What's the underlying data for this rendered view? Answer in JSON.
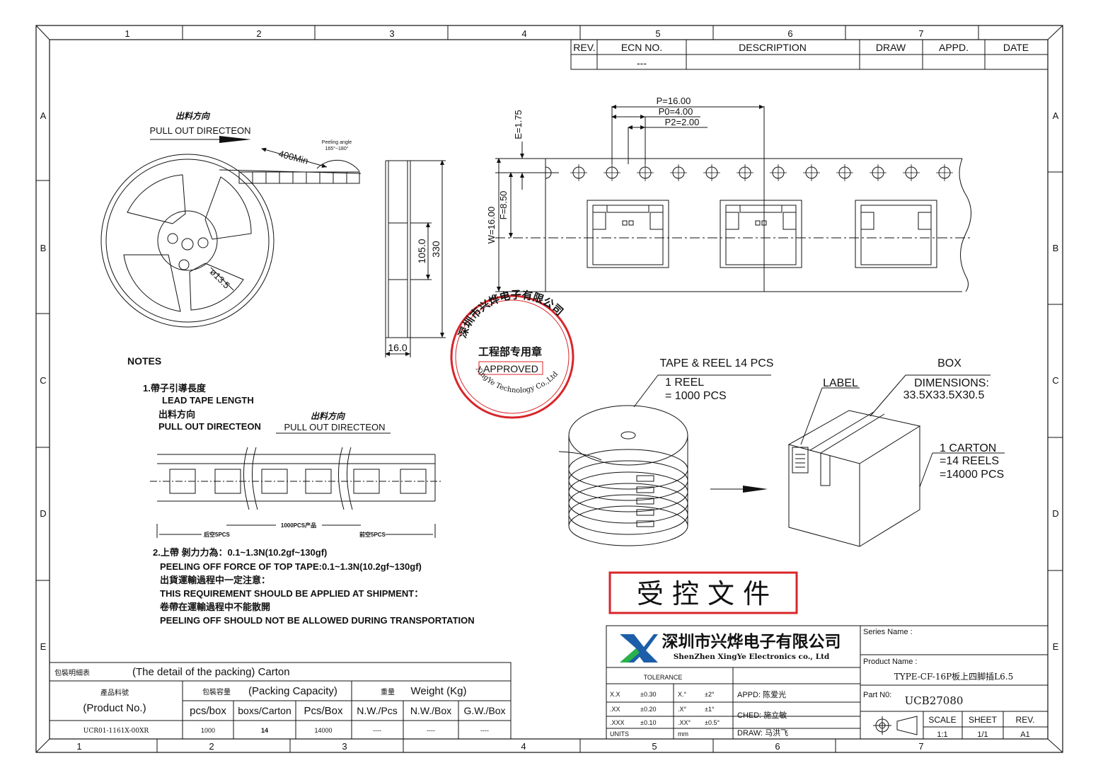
{
  "frame": {
    "top_zones": [
      "1",
      "2",
      "3",
      "4",
      "5",
      "6",
      "7"
    ],
    "bottom_zones": [
      "1",
      "2",
      "3",
      "4",
      "5",
      "6",
      "7"
    ],
    "side_zones": [
      "A",
      "B",
      "C",
      "D",
      "E"
    ]
  },
  "revision_table": {
    "headers": [
      "REV.",
      "ECN NO.",
      "DESCRIPTION",
      "DRAW",
      "APPD.",
      "DATE"
    ],
    "row": [
      "",
      "---",
      "",
      "",
      "",
      ""
    ]
  },
  "pull_direction": {
    "cn": "出料方向",
    "en": "PULL OUT DIRECTEON",
    "lead": "400Min",
    "peeling_angle_title": "Peeling angle",
    "peeling_angle_value": "165°~180°"
  },
  "reel_dims": {
    "hub_dia": "ø13.5",
    "inner": "105.0",
    "outer": "330",
    "width": "16.0"
  },
  "tape_dims": {
    "P": "P=16.00",
    "P0": "P0=4.00",
    "P2": "P2=2.00",
    "E": "E=1.75",
    "F": "F=8.50",
    "W": "W=16.00"
  },
  "stamp": {
    "company_ring": "深圳市兴烨电子有限公司",
    "center": "工程部专用章",
    "approved": "APPROVED",
    "en_ring": "XingYe Technology Co.,Ltd",
    "color": "#d8262a"
  },
  "notes": {
    "title": "NOTES",
    "n1_cn": "1.帶子引導長度",
    "n1_en": "LEAD TAPE LENGTH",
    "n1_dir_cn": "出料方向",
    "n1_dir_en": "PULL OUT DIRECTEON",
    "n1_dir2_cn": "出料方向",
    "n1_dir2_en": "PULL OUT DIRECTEON",
    "strip_left": "后空5PCS",
    "strip_mid": "1000PCS产品",
    "strip_right": "前空5PCS",
    "n2_cn": "2.上帶 剝力力為：0.1~1.3N(10.2gf~130gf)",
    "n2_en": "PEELING OFF FORCE OF TOP TAPE:0.1~1.3N(10.2gf~130gf)",
    "n3_cn": "出貨運輸過程中一定注意：",
    "n3_en": "THIS REQUIREMENT SHOULD BE APPLIED AT SHIPMENT：",
    "n4_cn": "卷帶在運輸過程中不能散開",
    "n4_en": "PEELING OFF SHOULD NOT BE ALLOWED DURING TRANSPORTATION"
  },
  "packing": {
    "tape_reel": "TAPE & REEL 14 PCS",
    "reel_qty_1": "1 REEL",
    "reel_qty_2": "= 1000 PCS",
    "label": "LABEL",
    "box": "BOX",
    "box_dims_title": "DIMENSIONS:",
    "box_dims": "33.5X33.5X30.5",
    "carton_1": "1 CARTON",
    "carton_2": "=14 REELS",
    "carton_3": "=14000 PCS"
  },
  "controlled_stamp": {
    "text": "受 控 文 件",
    "color": "#d8262a"
  },
  "packing_table": {
    "title_cn": "包裝明細表",
    "title_en": "(The detail of the packing) Carton",
    "h_product_cn": "產品料號",
    "h_product_en": "(Product No.)",
    "h_capacity_cn": "包裝容量",
    "h_capacity_en": "(Packing Capacity)",
    "h_weight_cn": "重量",
    "h_weight_en": "Weight (Kg)",
    "sub_headers": [
      "pcs/box",
      "boxs/Carton",
      "Pcs/Box",
      "N.W./Pcs",
      "N.W./Box",
      "G.W./Box"
    ],
    "row": {
      "product": "UCR01-1161X-00XR",
      "values": [
        "1000",
        "14",
        "14000",
        "----",
        "----",
        "----"
      ]
    }
  },
  "title_block": {
    "company_cn": "深圳市兴烨电子有限公司",
    "company_en": "ShenZhen XingYe Electronics co., Ltd",
    "logo_color": "#1d5ea8",
    "logo_accent": "#2bb14b",
    "tolerance": "TOLERANCE",
    "tol_rows": [
      [
        "X.X",
        "±0.30",
        "X.°",
        "±2°"
      ],
      [
        ".XX",
        "±0.20",
        ".X°",
        "±1°"
      ],
      [
        ".XXX",
        "±0.10",
        ".XX°",
        "±0.5°"
      ]
    ],
    "units_label": "UNITS",
    "units_value": "mm",
    "appd": "APPD: 陈爱光",
    "ched": "CHED: 施立敏",
    "draw": "DRAW: 马洪飞",
    "series_label": "Series Name :",
    "series_value": "",
    "product_label": "Product Name :",
    "product_value": "TYPE-CF-16P板上四脚插L6.5",
    "part_label": "Part N0:",
    "part_value": "UCB27080",
    "scale_label": "SCALE",
    "scale_value": "1:1",
    "sheet_label": "SHEET",
    "sheet_value": "1/1",
    "rev_label": "REV.",
    "rev_value": "A1"
  }
}
